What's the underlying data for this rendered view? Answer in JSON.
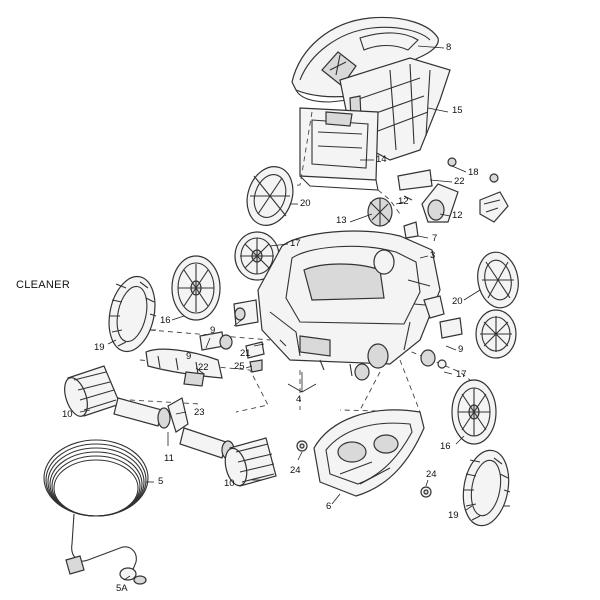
{
  "title": "CLEANER",
  "callouts": [
    {
      "id": "8",
      "text": "8"
    },
    {
      "id": "15",
      "text": "15"
    },
    {
      "id": "14",
      "text": "14"
    },
    {
      "id": "18",
      "text": "18"
    },
    {
      "id": "22a",
      "text": "22"
    },
    {
      "id": "12a",
      "text": "12"
    },
    {
      "id": "12b",
      "text": "12"
    },
    {
      "id": "20a",
      "text": "20"
    },
    {
      "id": "13",
      "text": "13"
    },
    {
      "id": "7",
      "text": "7"
    },
    {
      "id": "17a",
      "text": "17"
    },
    {
      "id": "3",
      "text": "3"
    },
    {
      "id": "20b",
      "text": "20"
    },
    {
      "id": "16a",
      "text": "16"
    },
    {
      "id": "19a",
      "text": "19"
    },
    {
      "id": "9a",
      "text": "9"
    },
    {
      "id": "21",
      "text": "21"
    },
    {
      "id": "9b",
      "text": "9"
    },
    {
      "id": "22b",
      "text": "22"
    },
    {
      "id": "25",
      "text": "25"
    },
    {
      "id": "9c",
      "text": "9"
    },
    {
      "id": "17b",
      "text": "17"
    },
    {
      "id": "10a",
      "text": "10"
    },
    {
      "id": "23",
      "text": "23"
    },
    {
      "id": "4",
      "text": "4"
    },
    {
      "id": "16b",
      "text": "16"
    },
    {
      "id": "11",
      "text": "11"
    },
    {
      "id": "5",
      "text": "5"
    },
    {
      "id": "10b",
      "text": "10"
    },
    {
      "id": "24a",
      "text": "24"
    },
    {
      "id": "24b",
      "text": "24"
    },
    {
      "id": "6",
      "text": "6"
    },
    {
      "id": "19b",
      "text": "19"
    },
    {
      "id": "5A",
      "text": "5A"
    }
  ]
}
